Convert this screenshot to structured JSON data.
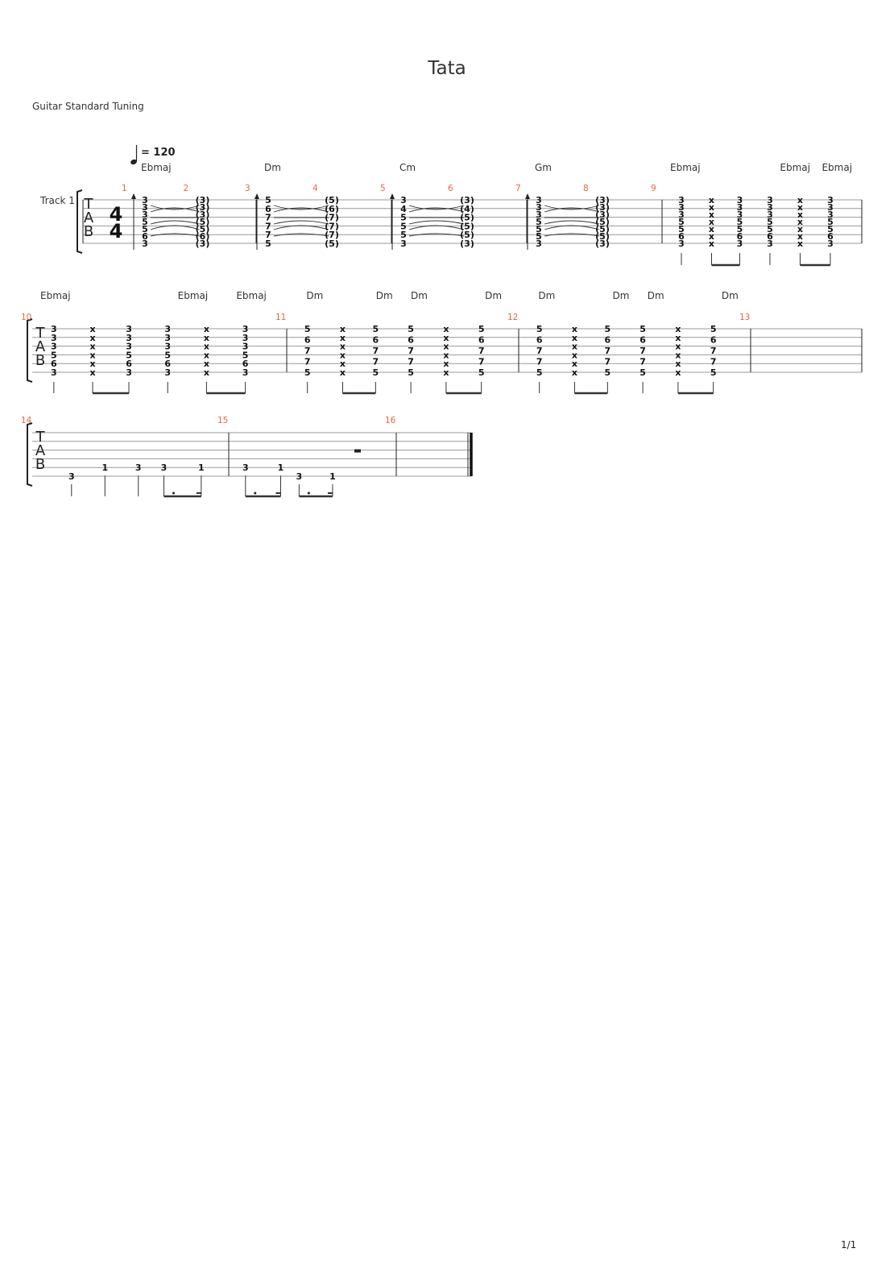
{
  "title": "Tata",
  "tuning": "Guitar Standard Tuning",
  "page": "1/1",
  "track": "Track 1",
  "tempo_text": "= 120",
  "time_signature": {
    "num": "4",
    "den": "4"
  },
  "tab_letters": [
    "T",
    "A",
    "B"
  ],
  "colors": {
    "measure_number": "#e8663d",
    "staff_line": "#999999"
  },
  "systems": [
    {
      "chords": [
        {
          "text": "Ebmaj",
          "m": 0,
          "t": 0
        },
        {
          "text": "Dm",
          "m": 2,
          "t": 0
        },
        {
          "text": "Cm",
          "m": 4,
          "t": 0
        },
        {
          "text": "Gm",
          "m": 6,
          "t": 0
        },
        {
          "text": "Ebmaj",
          "m": 8,
          "t": 0
        },
        {
          "text": "Ebmaj",
          "m": 8,
          "t": 0.55
        },
        {
          "text": "Ebmaj",
          "m": 8,
          "t": 0.76
        }
      ],
      "measures": [
        {
          "number": "1",
          "type": "strum",
          "frets": [
            "3",
            "3",
            "3",
            "5",
            "5",
            "6",
            "3"
          ]
        },
        {
          "number": "2",
          "type": "tied",
          "frets": [
            "(3)",
            "(3)",
            "(3)",
            "(5)",
            "(5)",
            "(6)",
            "(3)"
          ]
        },
        {
          "number": "3",
          "type": "strum",
          "frets": [
            "5",
            "6",
            "7",
            "7",
            "7",
            "5"
          ]
        },
        {
          "number": "4",
          "type": "tied",
          "frets": [
            "(5)",
            "(6)",
            "(7)",
            "(7)",
            "(7)",
            "(5)"
          ]
        },
        {
          "number": "5",
          "type": "strum",
          "frets": [
            "3",
            "4",
            "5",
            "5",
            "5",
            "3"
          ]
        },
        {
          "number": "6",
          "type": "tied",
          "frets": [
            "(3)",
            "(4)",
            "(5)",
            "(5)",
            "(5)",
            "(3)"
          ]
        },
        {
          "number": "7",
          "type": "strum",
          "frets": [
            "3",
            "3",
            "3",
            "5",
            "5",
            "5",
            "3"
          ]
        },
        {
          "number": "8",
          "type": "tied",
          "frets": [
            "(3)",
            "(3)",
            "(3)",
            "(5)",
            "(5)",
            "(5)",
            "(3)"
          ]
        },
        {
          "number": "9",
          "type": "pattern",
          "beats": [
            [
              "3",
              "3",
              "3",
              "5",
              "5",
              "6",
              "3"
            ],
            [
              "x",
              "x",
              "x",
              "x",
              "x",
              "x",
              "x"
            ],
            [
              "3",
              "3",
              "3",
              "5",
              "5",
              "6",
              "3"
            ],
            [
              "3",
              "3",
              "3",
              "5",
              "5",
              "6",
              "3"
            ],
            [
              "x",
              "x",
              "x",
              "x",
              "x",
              "x",
              "x"
            ],
            [
              "3",
              "3",
              "3",
              "5",
              "5",
              "6",
              "3"
            ]
          ]
        }
      ]
    },
    {
      "chords": [
        {
          "text": "Ebmaj",
          "m": 0,
          "t": 0
        },
        {
          "text": "Ebmaj",
          "m": 0,
          "t": 0.54
        },
        {
          "text": "Ebmaj",
          "m": 0,
          "t": 0.77
        },
        {
          "text": "Dm",
          "m": 1,
          "t": 0.05
        },
        {
          "text": "Dm",
          "m": 1,
          "t": 0.35
        },
        {
          "text": "Dm",
          "m": 1,
          "t": 0.5
        },
        {
          "text": "Dm",
          "m": 1,
          "t": 0.82
        },
        {
          "text": "Dm",
          "m": 2,
          "t": 0.05
        },
        {
          "text": "Dm",
          "m": 2,
          "t": 0.37
        },
        {
          "text": "Dm",
          "m": 2,
          "t": 0.52
        },
        {
          "text": "Dm",
          "m": 2,
          "t": 0.84
        }
      ],
      "measures": [
        {
          "number": "10",
          "type": "pattern",
          "beats": [
            [
              "3",
              "3",
              "3",
              "5",
              "6",
              "3"
            ],
            [
              "x",
              "x",
              "x",
              "x",
              "x",
              "x"
            ],
            [
              "3",
              "3",
              "3",
              "5",
              "6",
              "3"
            ],
            [
              "3",
              "3",
              "3",
              "5",
              "6",
              "3"
            ],
            [
              "x",
              "x",
              "x",
              "x",
              "x",
              "x"
            ],
            [
              "3",
              "3",
              "3",
              "5",
              "6",
              "3"
            ]
          ]
        },
        {
          "number": "11",
          "type": "pattern",
          "beats": [
            [
              "5",
              "6",
              "7",
              "7",
              "5"
            ],
            [
              "x",
              "x",
              "x",
              "x",
              "x",
              "x"
            ],
            [
              "5",
              "6",
              "7",
              "7",
              "5"
            ],
            [
              "5",
              "6",
              "7",
              "7",
              "5"
            ],
            [
              "x",
              "x",
              "x",
              "x",
              "x",
              "x"
            ],
            [
              "5",
              "6",
              "7",
              "7",
              "5"
            ]
          ]
        },
        {
          "number": "12",
          "type": "pattern",
          "beats": [
            [
              "5",
              "6",
              "7",
              "7",
              "5"
            ],
            [
              "x",
              "x",
              "x",
              "x",
              "x",
              "x"
            ],
            [
              "5",
              "6",
              "7",
              "7",
              "5"
            ],
            [
              "5",
              "6",
              "7",
              "7",
              "5"
            ],
            [
              "x",
              "x",
              "x",
              "x",
              "x",
              "x"
            ],
            [
              "5",
              "6",
              "7",
              "7",
              "5"
            ]
          ]
        },
        {
          "number": "13",
          "type": "empty"
        }
      ]
    },
    {
      "measures": [
        {
          "number": "14",
          "type": "notes",
          "notes": [
            "3",
            "1",
            "3",
            "3",
            "1"
          ]
        },
        {
          "number": "15",
          "type": "notes",
          "notes": [
            "3",
            "1",
            "3",
            "1"
          ]
        },
        {
          "number": "16",
          "type": "empty"
        }
      ]
    }
  ]
}
